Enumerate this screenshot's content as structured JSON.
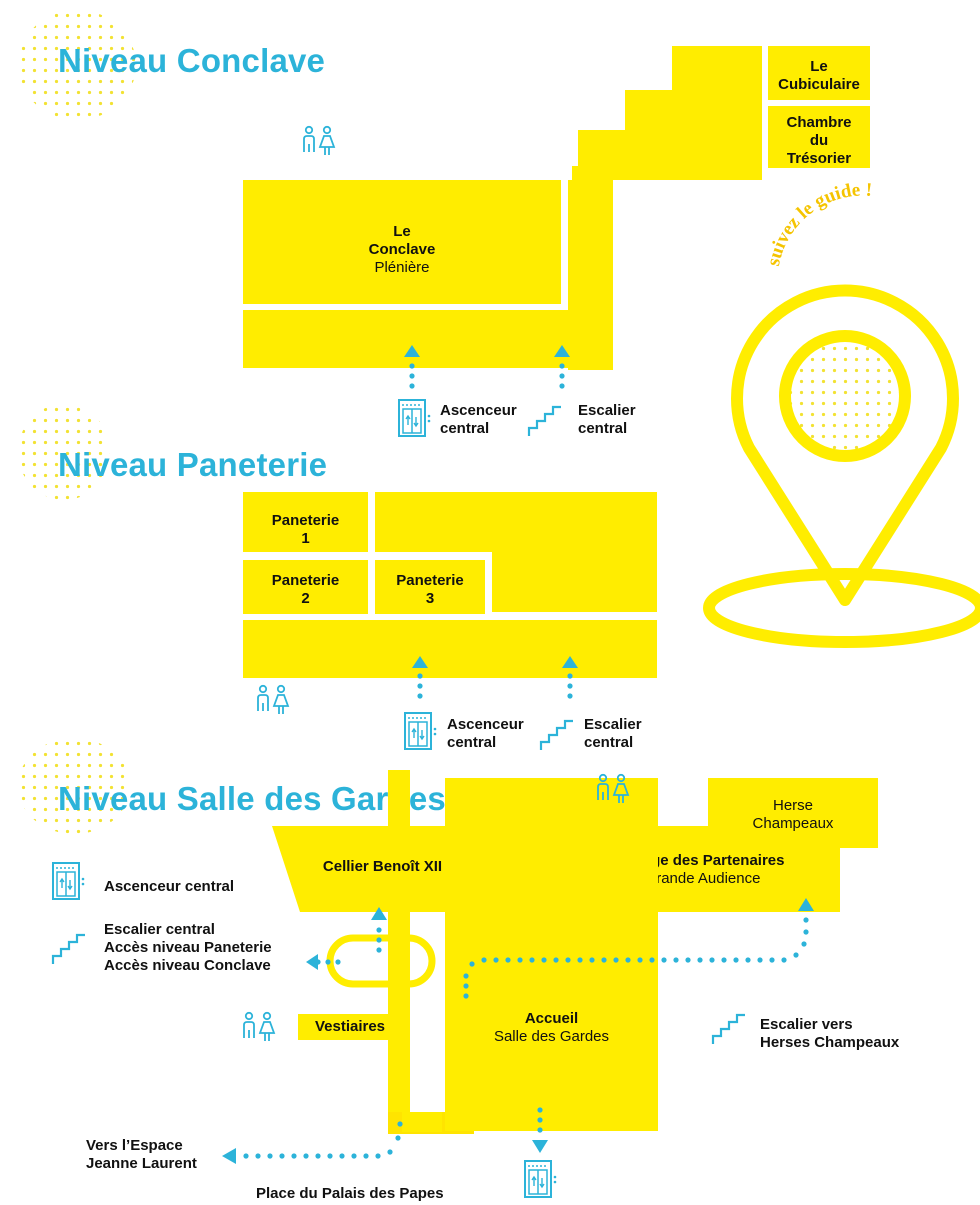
{
  "colors": {
    "room": "#ffed00",
    "title": "#2cb3d9",
    "path": "#2cb3d9",
    "guide": "#ffed00",
    "guide_text": "#f5c400"
  },
  "levels": {
    "conclave": {
      "title": "Niveau Conclave",
      "rooms": {
        "conclave": {
          "name_line1": "Le",
          "name_line2": "Conclave",
          "subtitle": "Plénière"
        },
        "cubiculaire": {
          "name_line1": "Le",
          "name_line2": "Cubiculaire"
        },
        "tresorier": {
          "name_line1": "Chambre",
          "name_line2": "du",
          "name_line3": "Trésorier"
        }
      },
      "elevator_label": {
        "line1": "Ascenceur",
        "line2": "central"
      },
      "stairs_label": {
        "line1": "Escalier",
        "line2": "central"
      }
    },
    "paneterie": {
      "title": "Niveau Paneterie",
      "rooms": {
        "paneterie1": {
          "name": "Paneterie",
          "number": "1"
        },
        "paneterie2": {
          "name": "Paneterie",
          "number": "2"
        },
        "paneterie3": {
          "name": "Paneterie",
          "number": "3"
        }
      },
      "elevator_label": {
        "line1": "Ascenceur",
        "line2": "central"
      },
      "stairs_label": {
        "line1": "Escalier",
        "line2": "central"
      }
    },
    "gardes": {
      "title": "Niveau Salle des Gardes",
      "rooms": {
        "cellier": {
          "name": "Cellier Benoît XII"
        },
        "village": {
          "name": "Village des Partenaires",
          "subtitle": "Grande Audience"
        },
        "accueil": {
          "name": "Accueil",
          "subtitle": "Salle des Gardes"
        },
        "herse": {
          "line1": "Herse",
          "line2": "Champeaux"
        },
        "vestiaires": {
          "name": "Vestiaires"
        }
      },
      "legend": {
        "elevator": "Ascenceur central",
        "stairs_line1": "Escalier central",
        "stairs_line2": "Accès niveau Paneterie",
        "stairs_line3": "Accès niveau Conclave"
      },
      "herse_stairs": {
        "line1": "Escalier vers",
        "line2": "Herses Champeaux"
      },
      "exit_espace": {
        "line1": "Vers l’Espace",
        "line2": "Jeanne Laurent"
      },
      "place": "Place du Palais des Papes"
    }
  },
  "guide": {
    "text": "suivez le guide !"
  },
  "icons": [
    "restroom-icon",
    "elevator-icon",
    "stairs-icon",
    "arrow-up-icon",
    "arrow-left-icon",
    "arrow-down-icon",
    "map-pin-icon"
  ]
}
